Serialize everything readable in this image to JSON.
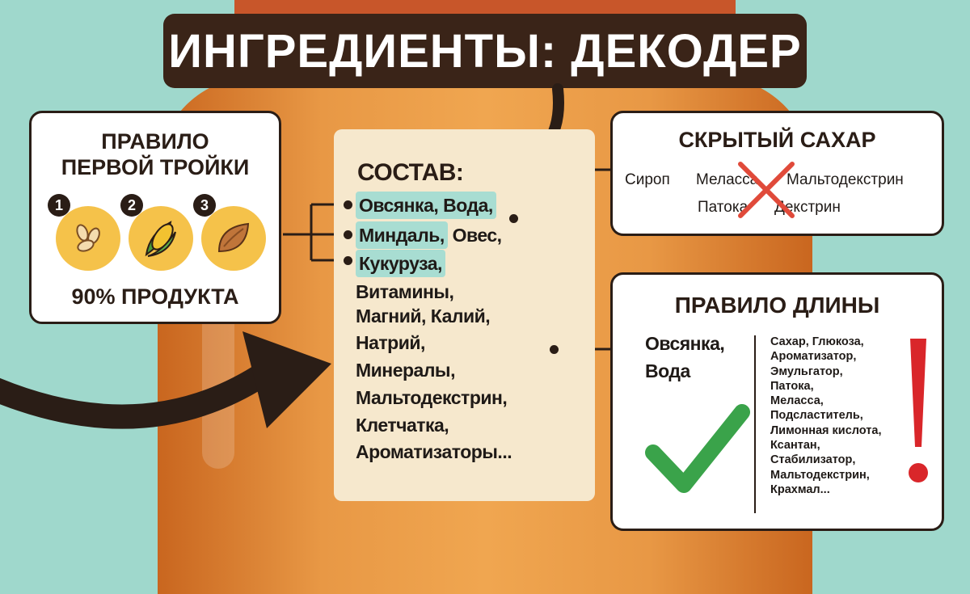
{
  "title": "ИНГРЕДИЕНТЫ: ДЕКОДЕР",
  "label": {
    "heading": "СОСТАВ:",
    "ingredients": [
      "Овсянка, Вода,",
      "Миндаль, Овес,",
      "Кукуруза,",
      "Витамины,",
      "Магний, Калий,",
      "Натрий,",
      "Минералы,",
      "Мальтодекстрин,",
      "Клетчатка,",
      "Ароматизаторы..."
    ],
    "highlight_parts": [
      "Овсянка, Вода,",
      "Миндаль,",
      "Кукуруза,"
    ],
    "plain_parts": [
      " Овес,"
    ]
  },
  "first_three": {
    "title_line1": "ПРАВИЛО",
    "title_line2": "ПЕРВОЙ ТРОЙКИ",
    "numbers": [
      "1",
      "2",
      "3"
    ],
    "icons": [
      "grain-icon",
      "corn-icon",
      "almond-icon"
    ],
    "footer": "90% ПРОДУКТА"
  },
  "hidden_sugar": {
    "title": "СКРЫТЫЙ САХАР",
    "items": [
      "Сироп",
      "Меласса",
      "Мальтодекстрин",
      "Патока",
      "Декстрин"
    ]
  },
  "length_rule": {
    "title": "ПРАВИЛО ДЛИНЫ",
    "short_line1": "Овсянка,",
    "short_line2": "Вода",
    "long_list": [
      "Сахар, Глюкоза,",
      "Ароматизатор,",
      "Эмульгатор,",
      "Патока,",
      "Меласса,",
      "Подсластитель,",
      "Лимонная кислота,",
      "Ксантан,",
      "Стабилизатор,",
      "Мальтодекстрин,",
      "Крахмал..."
    ]
  },
  "colors": {
    "background": "#9fd8cc",
    "banner": "#3a2418",
    "highlight": "#a8ddd2",
    "check": "#3aa34a",
    "warning": "#d9262a",
    "circle": "#f5c24a"
  }
}
